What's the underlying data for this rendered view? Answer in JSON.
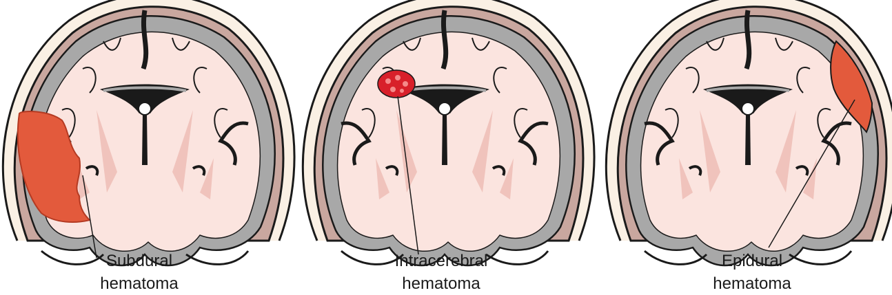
{
  "panels": [
    {
      "label_line1": "Subdural",
      "label_line2": "hematoma"
    },
    {
      "label_line1": "Intracerebral",
      "label_line2": "hematoma"
    },
    {
      "label_line1": "Epidural",
      "label_line2": "hematoma"
    }
  ],
  "colors": {
    "scalp": "#faf0e4",
    "bone": "#faf0e4",
    "dura": "#c9a79f",
    "cortex": "#a8a8a8",
    "white_matter": "#fbe4df",
    "ventricle": "#1a1a1a",
    "hemorrhage": "#e35a3c",
    "clot": "#d8202a",
    "outline": "#1a1a1a"
  }
}
